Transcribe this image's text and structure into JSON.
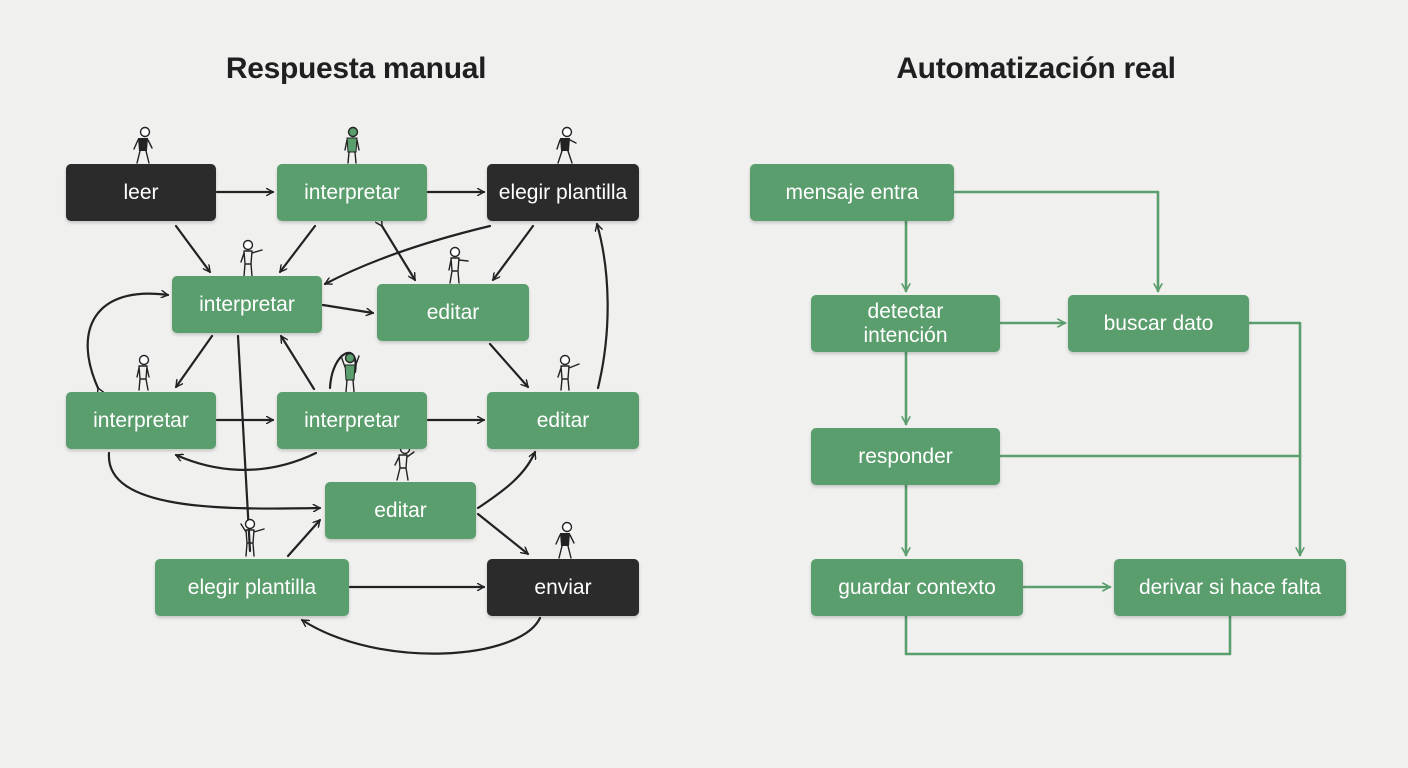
{
  "left_panel": {
    "title": "Respuesta manual",
    "nodes": [
      {
        "id": "leer",
        "label": "leer",
        "style": "dark"
      },
      {
        "id": "interp1",
        "label": "interpretar",
        "style": "green"
      },
      {
        "id": "plantilla1",
        "label": "elegir plantilla",
        "style": "dark"
      },
      {
        "id": "interp2",
        "label": "interpretar",
        "style": "green"
      },
      {
        "id": "editar1",
        "label": "editar",
        "style": "green"
      },
      {
        "id": "interp3",
        "label": "interpretar",
        "style": "green"
      },
      {
        "id": "interp4",
        "label": "interpretar",
        "style": "green"
      },
      {
        "id": "editar2",
        "label": "editar",
        "style": "green"
      },
      {
        "id": "editar3",
        "label": "editar",
        "style": "green"
      },
      {
        "id": "plantilla2",
        "label": "elegir plantilla",
        "style": "green"
      },
      {
        "id": "enviar",
        "label": "enviar",
        "style": "dark"
      }
    ]
  },
  "right_panel": {
    "title": "Automatización real",
    "nodes": [
      {
        "id": "mensaje",
        "label": "mensaje entra",
        "style": "green"
      },
      {
        "id": "detectar",
        "label": "detectar intención",
        "style": "green"
      },
      {
        "id": "buscar",
        "label": "buscar dato",
        "style": "green"
      },
      {
        "id": "responder",
        "label": "responder",
        "style": "green"
      },
      {
        "id": "guardar",
        "label": "guardar contexto",
        "style": "green"
      },
      {
        "id": "derivar",
        "label": "derivar si hace falta",
        "style": "green"
      }
    ]
  },
  "colors": {
    "accent_green": "#5b9e6e",
    "dark_node": "#2b2b2b",
    "arrow_dark": "#222222",
    "arrow_green": "#5b9e6e",
    "background": "#f0f0ef"
  },
  "icons": [
    "person-figure-icon"
  ]
}
